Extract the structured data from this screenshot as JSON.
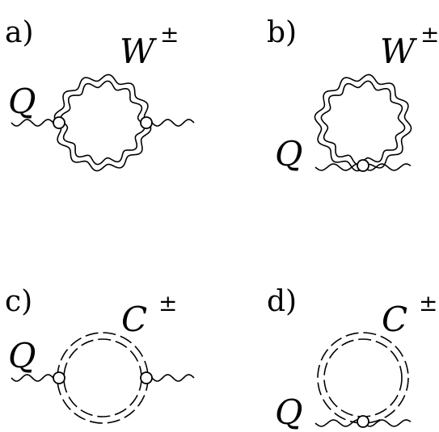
{
  "diagrams": [
    {
      "tag": "a)",
      "field": "W",
      "charge": "±",
      "external": "Q",
      "style": "wavy",
      "topology": "bubble"
    },
    {
      "tag": "b)",
      "field": "W",
      "charge": "±",
      "external": "Q",
      "style": "wavy",
      "topology": "tadpole"
    },
    {
      "tag": "c)",
      "field": "C",
      "charge": "±",
      "external": "Q",
      "style": "dashed",
      "topology": "bubble"
    },
    {
      "tag": "d)",
      "field": "C",
      "charge": "±",
      "external": "Q",
      "style": "dashed",
      "topology": "tadpole"
    }
  ]
}
